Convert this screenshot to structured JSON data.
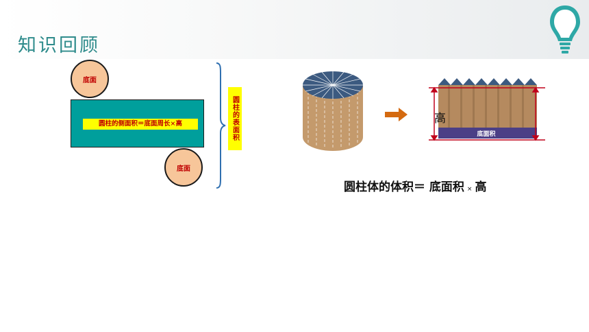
{
  "header": {
    "title": "知识回顾",
    "logo_icon": "lightbulb-icon"
  },
  "net_diagram": {
    "top_circle_label": "底面",
    "bottom_circle_label": "底面",
    "lateral_area_formula": "圆柱的侧面积＝底面周长×高",
    "surface_area_label": "圆柱的表面积",
    "colors": {
      "circle": "#f7c69a",
      "rectangle": "#009f9c",
      "highlight": "#ffff00",
      "text": "#c00000"
    }
  },
  "volume_diagram": {
    "height_label": "高",
    "base_label": "底面积",
    "formula": {
      "left": "圆柱体的体积＝ 底面积",
      "times": "×",
      "right": "高"
    },
    "arrow_icon": "right-arrow-icon",
    "colors": {
      "cylinder": "#c49a6c",
      "top": "#3c5a80",
      "base_band": "#4b3f86",
      "arrow": "#d46a10",
      "markers": "#c0001a"
    }
  }
}
